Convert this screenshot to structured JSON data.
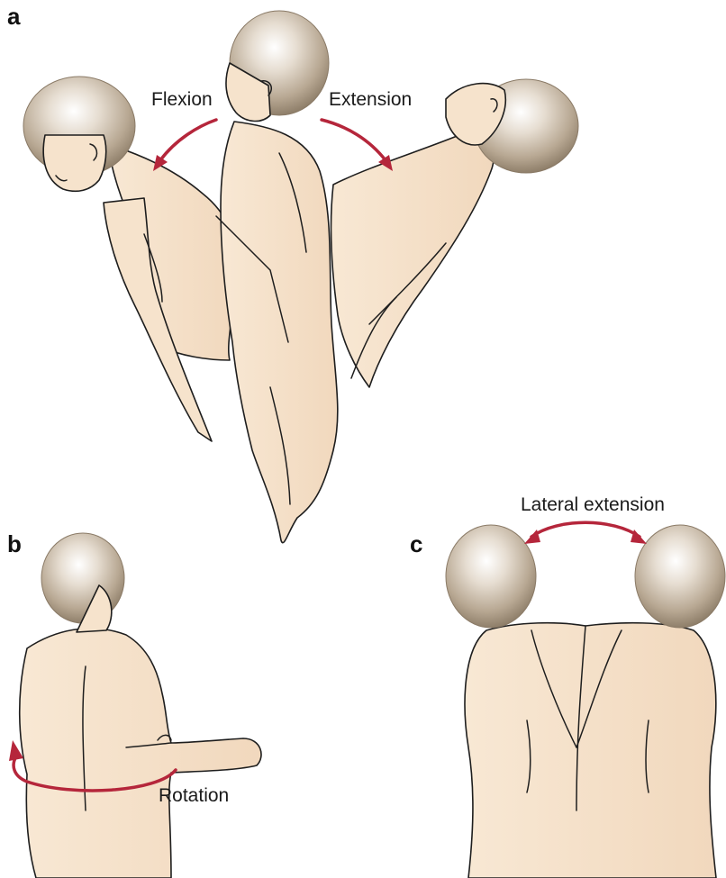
{
  "panels": {
    "a": {
      "letter": "a",
      "labels": {
        "flexion": "Flexion",
        "extension": "Extension"
      }
    },
    "b": {
      "letter": "b",
      "labels": {
        "rotation": "Rotation"
      }
    },
    "c": {
      "letter": "c",
      "labels": {
        "lateral": "Lateral extension"
      }
    }
  },
  "colors": {
    "arrow": "#b5263b",
    "skin": "#f6e3cc",
    "hair": "#b8a893",
    "outline": "#1e1e1e"
  },
  "icons": [
    "curved-arrow-icon",
    "double-headed-arc-arrow-icon",
    "rotation-ellipse-arrow-icon"
  ]
}
